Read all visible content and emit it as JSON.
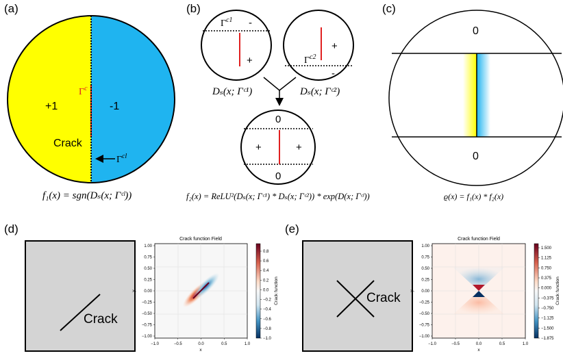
{
  "panel_labels": {
    "a": "(a)",
    "b": "(b)",
    "c": "(c)",
    "d": "(d)",
    "e": "(e)"
  },
  "panel_a": {
    "left_value": "+1",
    "right_value": "-1",
    "crack_word": "Crack",
    "gamma_c": "Γ",
    "gamma_c_sup": "c",
    "gamma_cl": "Γ",
    "gamma_cl_sup": "cl",
    "colors": {
      "left": "#ffff00",
      "right": "#1fb4f0",
      "crack": "#e02020"
    },
    "formula": "f₁(x) = sgn(Dₛ(x; Γᶜˡ))"
  },
  "panel_b": {
    "c1_gamma": "Γ",
    "c1_sup": "c1",
    "c1_minus": "-",
    "c1_plus": "+",
    "c2_gamma": "Γ",
    "c2_sup": "c2",
    "c2_minus": "-",
    "c2_plus": "+",
    "d1_label": "Dₛ(x; Γᶜ¹)",
    "d2_label": "Dₛ(x; Γᶜ²)",
    "bottom_top_zero": "0",
    "bottom_bottom_zero": "0",
    "bottom_left_plus": "+",
    "bottom_right_plus": "+",
    "formula": "f₂(x) = ReLU²(Dₛ(x; Γᶜ¹) * Dₛ(x; Γᶜ²)) * exp(D(x; Γᶜˡ))"
  },
  "panel_c": {
    "top_zero": "0",
    "bottom_zero": "0",
    "formula": "ϱ(x) = f₁(x) * f₂(x)"
  },
  "panel_d": {
    "sketch_label": "Crack",
    "plot_title": "Crack function Field",
    "xlabel": "x",
    "ylabel": "y",
    "cbar_label": "Crack function",
    "xticks": [
      "−1.0",
      "−0.5",
      "0.0",
      "0.5",
      "1.0"
    ],
    "yticks": [
      "1.00",
      "0.75",
      "0.50",
      "0.25",
      "0.00",
      "−0.25",
      "−0.50",
      "−0.75",
      "−1.00"
    ],
    "cbar_ticks": [
      "0.8",
      "0.6",
      "0.4",
      "0.2",
      "0.0",
      "−0.2",
      "−0.4",
      "−0.6",
      "−0.8",
      "−1.0"
    ]
  },
  "panel_e": {
    "sketch_label": "Crack",
    "plot_title": "Crack function Field",
    "xlabel": "x",
    "ylabel": "y",
    "cbar_label": "Crack function",
    "xticks": [
      "−1.0",
      "−0.5",
      "0.0",
      "0.5",
      "1.0"
    ],
    "yticks": [
      "1.00",
      "0.75",
      "0.50",
      "0.25",
      "0.00",
      "−0.25",
      "−0.50",
      "−0.75",
      "−1.00"
    ],
    "cbar_ticks": [
      "1.500",
      "1.125",
      "0.750",
      "0.375",
      "0.000",
      "−0.375",
      "−0.750",
      "−1.125",
      "−1.500",
      "−1.875"
    ]
  }
}
